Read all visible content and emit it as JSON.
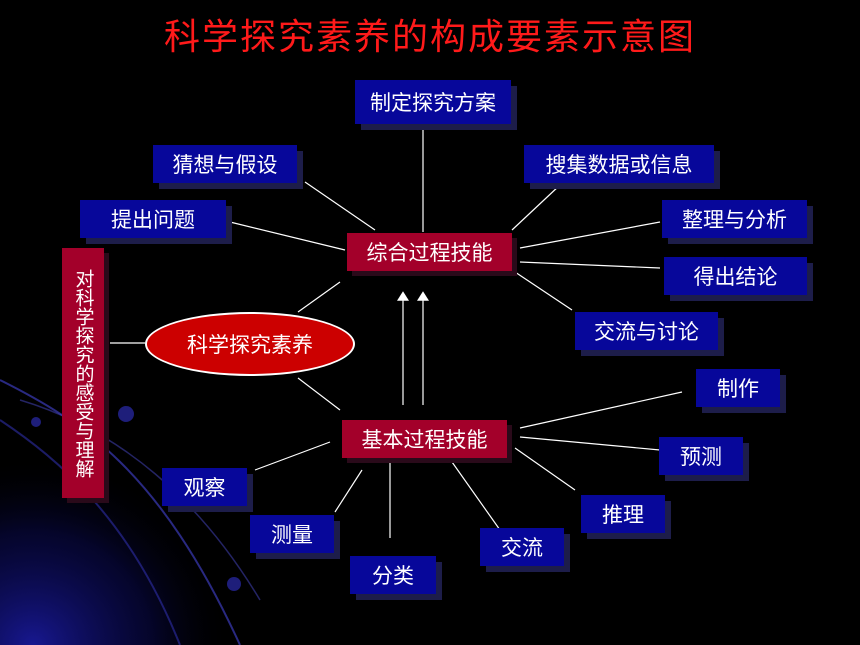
{
  "title": "科学探究素养的构成要素示意图",
  "colors": {
    "title": "#ff1a1a",
    "box_blue": "#07079a",
    "box_red": "#a3002a",
    "ellipse": "#cc0000",
    "line": "#ffffff"
  },
  "core": "科学探究素养",
  "side_label": "对科学探究的感受与理解",
  "integrated": {
    "label": "综合过程技能",
    "items": [
      "制定探究方案",
      "搜集数据或信息",
      "猜想与假设",
      "提出问题",
      "整理与分析",
      "得出结论",
      "交流与讨论"
    ]
  },
  "basic": {
    "label": "基本过程技能",
    "items": [
      "制作",
      "预测",
      "推理",
      "交流",
      "分类",
      "测量",
      "观察"
    ]
  }
}
